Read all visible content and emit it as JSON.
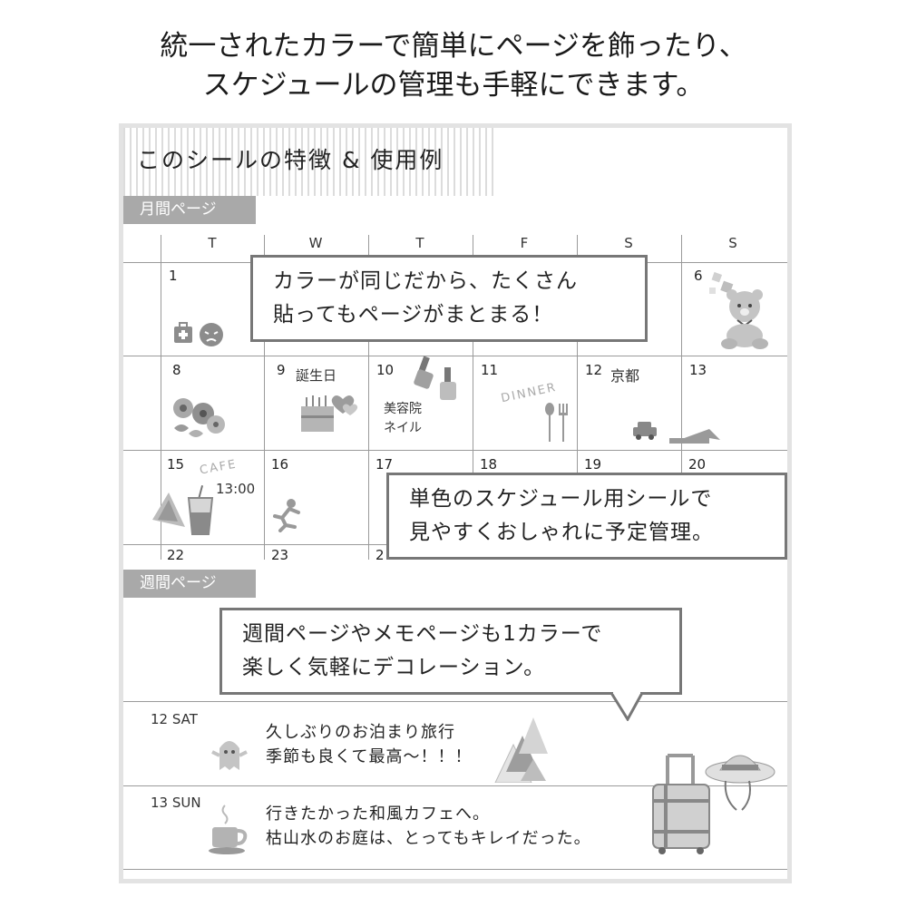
{
  "headline": {
    "line1": "統一されたカラーで簡単にページを飾ったり、",
    "line2": "スケジュールの管理も手軽にできます。"
  },
  "card": {
    "title": "このシールの特徴 & 使用例"
  },
  "monthly": {
    "tag": "月間ページ",
    "day_headers": [
      "T",
      "W",
      "T",
      "F",
      "S",
      "S"
    ],
    "dates": {
      "d1": "1",
      "d6": "6",
      "d8": "8",
      "d9": "9",
      "d10": "10",
      "d11": "11",
      "d12": "12",
      "d13": "13",
      "d15": "15",
      "d16": "16",
      "d17": "17",
      "d18": "18",
      "d19": "19",
      "d20": "20",
      "d22": "22",
      "d23": "23",
      "d24": "2"
    },
    "notes": {
      "birthday": "誕生日",
      "salon1": "美容院",
      "salon2": "ネイル",
      "dinner": "DINNER",
      "kyoto": "京都",
      "cafe": "CAFE",
      "time": "13:00"
    },
    "bubble1": {
      "line1": "カラーが同じだから、たくさん",
      "line2": "貼ってもページがまとまる！"
    },
    "bubble2": {
      "line1": "単色のスケジュール用シールで",
      "line2": "見やすくおしゃれに予定管理。"
    }
  },
  "weekly": {
    "tag": "週間ページ",
    "bubble": {
      "line1": "週間ページやメモページも1カラーで",
      "line2": "楽しく気軽にデコレーション。"
    },
    "entries": [
      {
        "date": "12 SAT",
        "line1": "久しぶりのお泊まり旅行",
        "line2": "季節も良くて最高〜！！！"
      },
      {
        "date": "13 SUN",
        "line1": "行きたかった和風カフェへ。",
        "line2": "枯山水のお庭は、とってもキレイだった。"
      }
    ]
  },
  "colors": {
    "tag_bg": "#a9a9a9",
    "border": "#777777",
    "sticker_gray": "#9b9b9b"
  }
}
